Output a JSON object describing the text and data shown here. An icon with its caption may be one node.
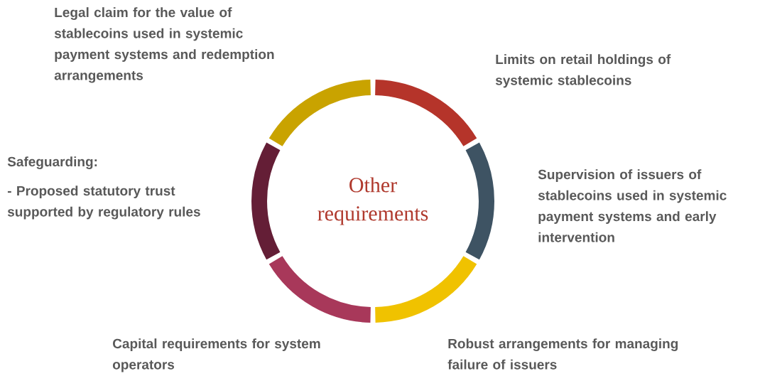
{
  "diagram": {
    "nodes": [
      {
        "text": [
          "Other requirements"
        ]
      }
    ],
    "labels": [
      "Legal claim for the value of stablecoins used in systemic payment systems and redemption arrangements",
      "Limits on retail holdings of systemic stablecoins",
      "Safeguarding:",
      "- Proposed statutory trust supported by regulatory rules",
      "Supervision of issuers of stablecoins used in systemic payment systems and early intervention",
      "Capital requirements for system operators",
      "Robust arrangements for managing failure of issuers"
    ]
  }
}
